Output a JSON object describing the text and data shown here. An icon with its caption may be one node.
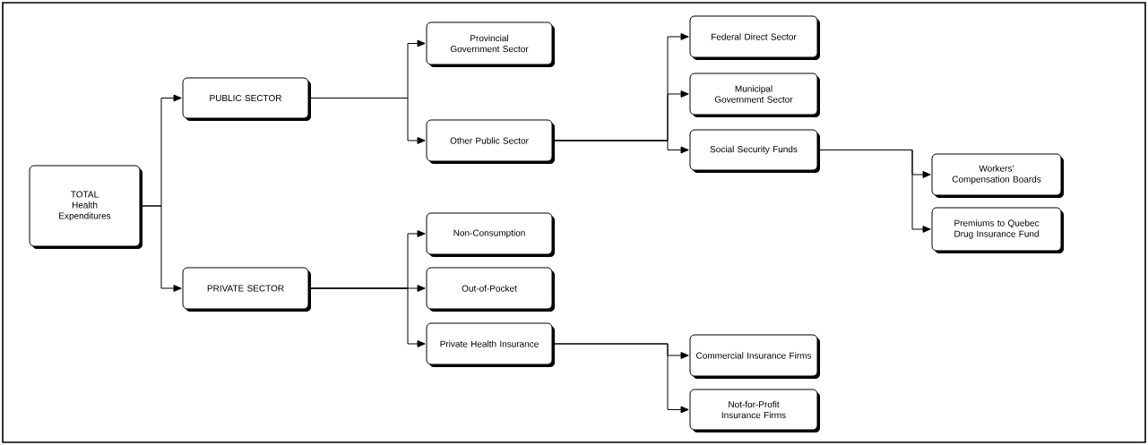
{
  "diagram": {
    "nodes": [
      {
        "text": [
          "TOTAL Health Expenditures"
        ]
      },
      {
        "text": [
          "PUBLIC SECTOR"
        ]
      },
      {
        "text": [
          "Provincial Government Sector"
        ]
      },
      {
        "text": [
          "Other Public Sector"
        ]
      },
      {
        "text": [
          "Federal Direct Sector"
        ]
      },
      {
        "text": [
          "Municipal Government Sector"
        ]
      },
      {
        "text": [
          "Social Security Funds"
        ]
      },
      {
        "text": [
          "Workers’ Compensation Boards"
        ]
      },
      {
        "text": [
          "Premiums to Quebec Drug Insurance Fund"
        ]
      },
      {
        "text": [
          "PRIVATE SECTOR"
        ]
      },
      {
        "text": [
          "Non-Consumption"
        ]
      },
      {
        "text": [
          "Out-of-Pocket"
        ]
      },
      {
        "text": [
          "Private Health Insurance"
        ]
      },
      {
        "text": [
          "Commercial Insurance Firms"
        ]
      },
      {
        "text": [
          "Not-for-Profit Insurance Firms"
        ]
      }
    ],
    "edges": [
      {
        "from": 0,
        "to": 1,
        "arrow": "to"
      },
      {
        "from": 0,
        "to": 9,
        "arrow": "to"
      },
      {
        "from": 1,
        "to": 2,
        "arrow": "to"
      },
      {
        "from": 1,
        "to": 3,
        "arrow": "to"
      },
      {
        "from": 3,
        "to": 4,
        "arrow": "to"
      },
      {
        "from": 3,
        "to": 5,
        "arrow": "to"
      },
      {
        "from": 3,
        "to": 6,
        "arrow": "to"
      },
      {
        "from": 6,
        "to": 7,
        "arrow": "to"
      },
      {
        "from": 6,
        "to": 8,
        "arrow": "to"
      },
      {
        "from": 9,
        "to": 10,
        "arrow": "to"
      },
      {
        "from": 9,
        "to": 11,
        "arrow": "to"
      },
      {
        "from": 9,
        "to": 12,
        "arrow": "to"
      },
      {
        "from": 12,
        "to": 13,
        "arrow": "to"
      },
      {
        "from": 12,
        "to": 14,
        "arrow": "to"
      }
    ]
  }
}
